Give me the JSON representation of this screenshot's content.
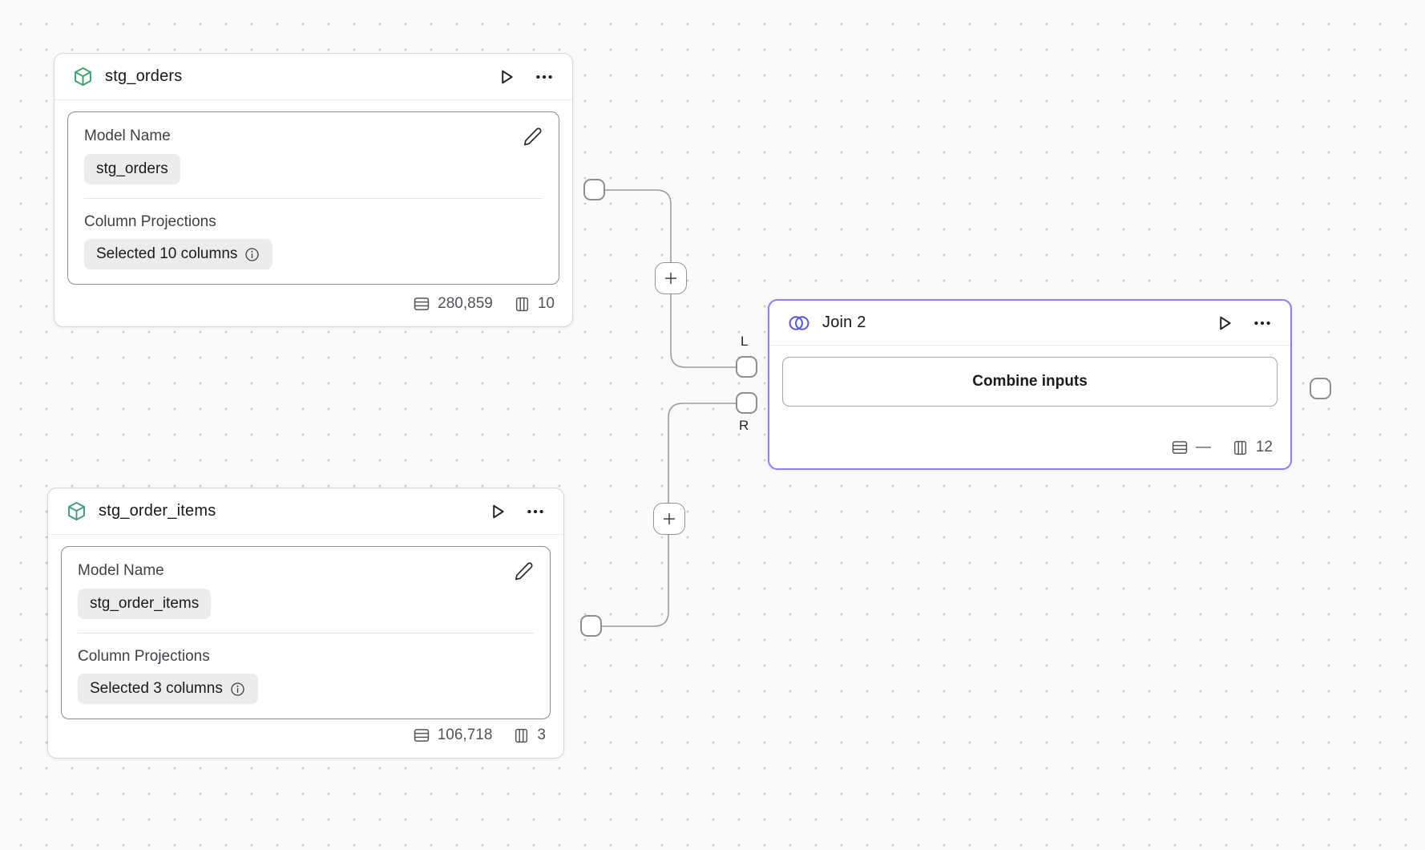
{
  "colors": {
    "background": "#fafafa",
    "grid_dot": "#c9c9c6",
    "node_border": "#d6d6d3",
    "join_accent": "#8b7ef6",
    "join_icon_blue": "#5858dc",
    "model_icon_green": "#3f9e70",
    "edge_gray": "#9c9c98",
    "chip_bg": "#ececea",
    "text_primary": "#18181b",
    "text_secondary": "#3f3f46",
    "text_stats": "#52525b"
  },
  "nodes": {
    "stg_orders": {
      "title": "stg_orders",
      "model_name_label": "Model Name",
      "model_name_value": "stg_orders",
      "column_projections_label": "Column Projections",
      "column_projections_value": "Selected 10 columns",
      "row_count": "280,859",
      "column_count": "10"
    },
    "stg_order_items": {
      "title": "stg_order_items",
      "model_name_label": "Model Name",
      "model_name_value": "stg_order_items",
      "column_projections_label": "Column Projections",
      "column_projections_value": "Selected 3 columns",
      "row_count": "106,718",
      "column_count": "3"
    },
    "join": {
      "title": "Join 2",
      "action_label": "Combine inputs",
      "row_count": "—",
      "column_count": "12",
      "left_port_label": "L",
      "right_port_label": "R"
    }
  }
}
